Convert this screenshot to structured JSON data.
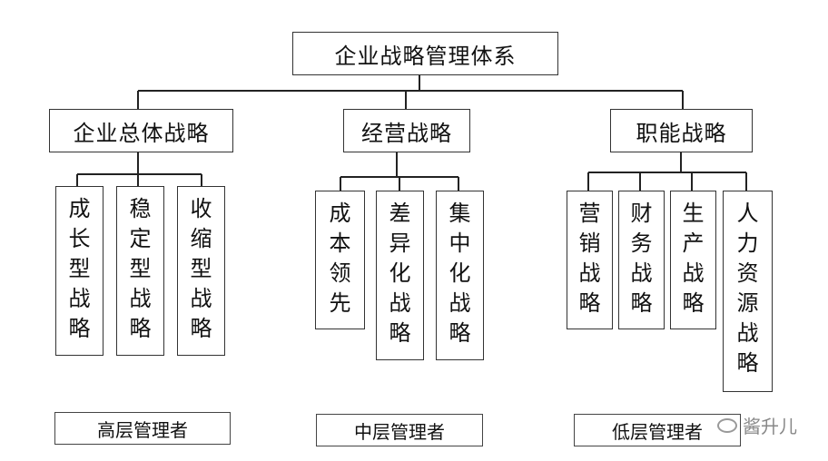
{
  "root": "企业战略管理体系",
  "branches": [
    {
      "label": "企业总体战略",
      "children": [
        "成长型战略",
        "稳定型战略",
        "收缩型战略"
      ],
      "level": "高层管理者"
    },
    {
      "label": "经营战略",
      "children": [
        "成本领先",
        "差异化战略",
        "集中化战略"
      ],
      "level": "中层管理者"
    },
    {
      "label": "职能战略",
      "children": [
        "营销战略",
        "财务战略",
        "生产战略",
        "人力资源战略"
      ],
      "level": "低层管理者"
    }
  ],
  "watermark": "酱升儿"
}
